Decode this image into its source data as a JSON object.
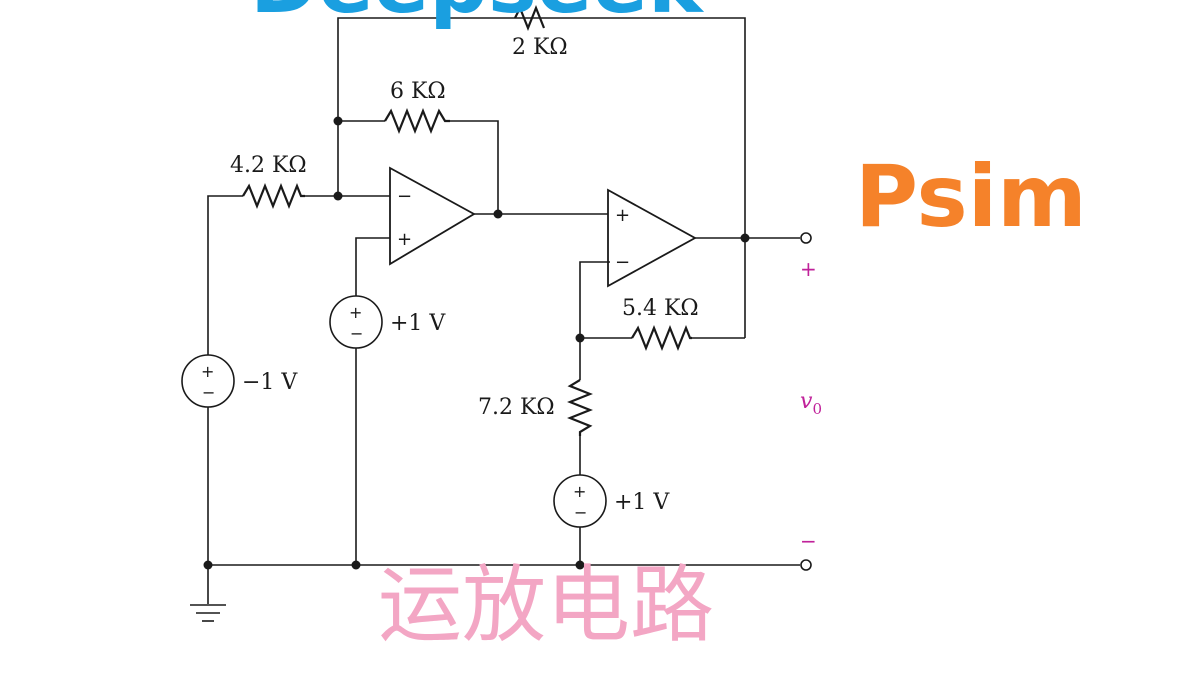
{
  "colors": {
    "wire": "#1a1a1a",
    "output_marker": "#c0219a",
    "top_overlay": "#1a9fe0",
    "psim_overlay": "#f5822a",
    "cn_overlay": "#f3a6c4"
  },
  "overlays": {
    "top_text": "Deepseek",
    "psim_text": "Psim",
    "cn_text": "运放电路"
  },
  "components": {
    "r_feedback_outer": "2 KΩ",
    "r_feedback_inner": "6 KΩ",
    "r_input": "4.2 KΩ",
    "r_feedback_second": "5.4 KΩ",
    "r_bottom": "7.2 KΩ",
    "v_source_left": "−1 V",
    "v_source_mid": "+1 V",
    "v_source_right": "+1 V"
  },
  "opamp_signs": {
    "minus": "−",
    "plus": "+"
  },
  "output": {
    "plus_sign": "+",
    "minus_sign": "−",
    "vo_main": "v",
    "vo_sub": "0"
  }
}
